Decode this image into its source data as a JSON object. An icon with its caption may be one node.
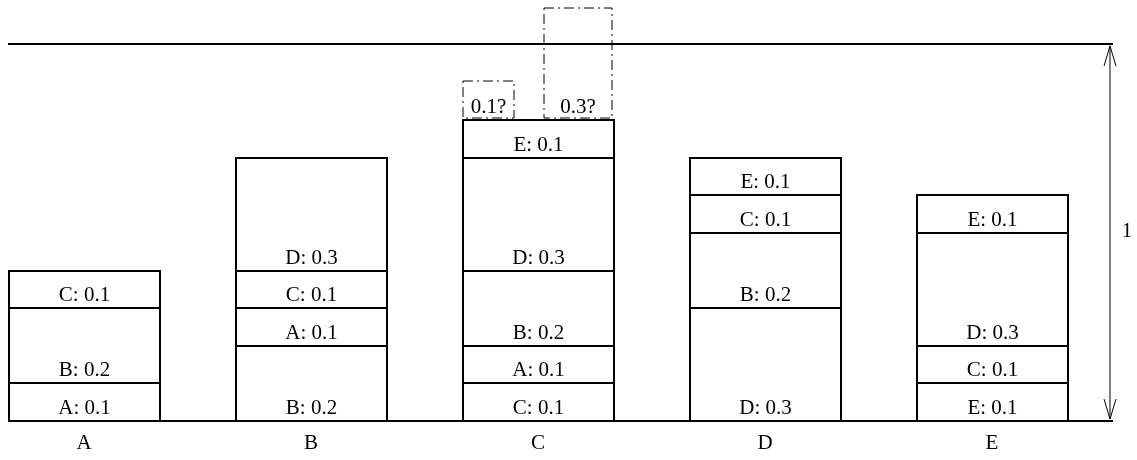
{
  "diagram": {
    "nodes": [
      {
        "text": [
          "A: 0.1"
        ]
      },
      {
        "text": [
          "B: 0.2"
        ]
      },
      {
        "text": [
          "C: 0.1"
        ]
      },
      {
        "text": [
          "B: 0.2"
        ]
      },
      {
        "text": [
          "A: 0.1"
        ]
      },
      {
        "text": [
          "C: 0.1"
        ]
      },
      {
        "text": [
          "D: 0.3"
        ]
      },
      {
        "text": [
          "C: 0.1"
        ]
      },
      {
        "text": [
          "A: 0.1"
        ]
      },
      {
        "text": [
          "B: 0.2"
        ]
      },
      {
        "text": [
          "D: 0.3"
        ]
      },
      {
        "text": [
          "E: 0.1"
        ]
      },
      {
        "text": [
          "0.1?"
        ]
      },
      {
        "text": [
          "0.3?"
        ]
      },
      {
        "text": [
          "D: 0.3"
        ]
      },
      {
        "text": [
          "B: 0.2"
        ]
      },
      {
        "text": [
          "C: 0.1"
        ]
      },
      {
        "text": [
          "E: 0.1"
        ]
      },
      {
        "text": [
          "E: 0.1"
        ]
      },
      {
        "text": [
          "C: 0.1"
        ]
      },
      {
        "text": [
          "D: 0.3"
        ]
      },
      {
        "text": [
          "E: 0.1"
        ]
      }
    ],
    "labels": [
      "A",
      "B",
      "C",
      "D",
      "E",
      "1"
    ]
  }
}
